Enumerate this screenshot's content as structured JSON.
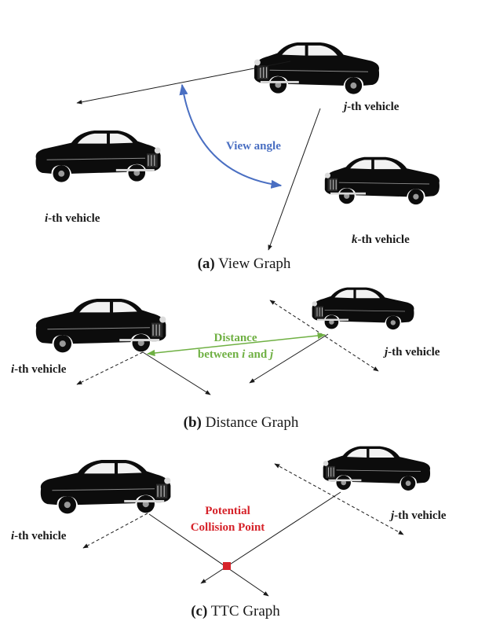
{
  "colors": {
    "view_angle": "#4a6fc2",
    "distance": "#6fb043",
    "collision": "#d6232a",
    "car": "#0c0c0c"
  },
  "panel_a": {
    "caption_letter": "(a)",
    "caption_text": " View Graph",
    "vehicle_i": {
      "var": "i",
      "suffix": "-th vehicle"
    },
    "vehicle_j": {
      "var": "j",
      "suffix": "-th vehicle"
    },
    "vehicle_k": {
      "var": "k",
      "suffix": "-th vehicle"
    },
    "annotation": "View angle"
  },
  "panel_b": {
    "caption_letter": "(b)",
    "caption_text": " Distance Graph",
    "vehicle_i": {
      "var": "i",
      "suffix": "-th vehicle"
    },
    "vehicle_j": {
      "var": "j",
      "suffix": "-th vehicle"
    },
    "annotation_line1": "Distance",
    "annotation_line2_prefix": "between ",
    "annotation_var_i": "i",
    "annotation_and": " and ",
    "annotation_var_j": "j"
  },
  "panel_c": {
    "caption_letter": "(c)",
    "caption_text": " TTC Graph",
    "vehicle_i": {
      "var": "i",
      "suffix": "-th vehicle"
    },
    "vehicle_j": {
      "var": "j",
      "suffix": "-th vehicle"
    },
    "annotation_line1": "Potential",
    "annotation_line2": "Collision Point"
  }
}
